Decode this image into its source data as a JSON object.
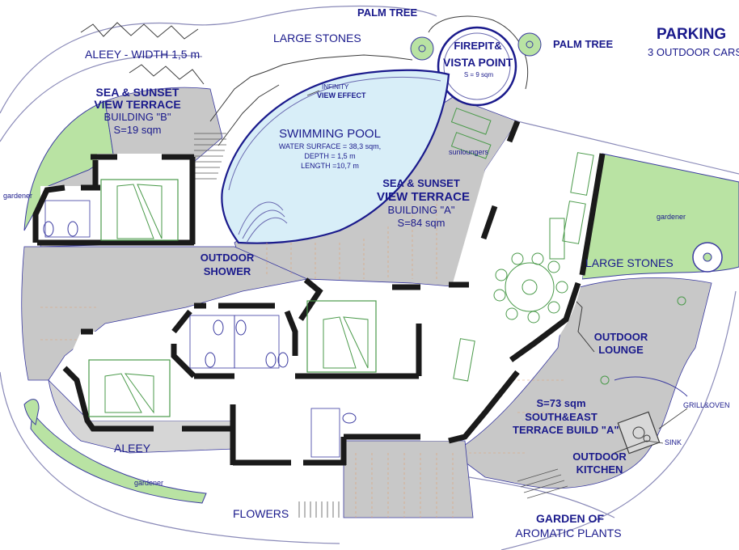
{
  "labels": {
    "palm_tree_top": "PALM TREE",
    "palm_tree_right": "PALM TREE",
    "large_stones_top": "LARGE STONES",
    "large_stones_right": "LARGE STONES",
    "parking": "PARKING",
    "parking_sub": "3 OUTDOOR CARS",
    "firepit": "FIREPIT&",
    "vista": "VISTA POINT",
    "firepit_area": "S = 9 sqm",
    "aleey_top": "ALEEY - WIDTH 1,5 m",
    "terrace_b_1": "SEA & SUNSET",
    "terrace_b_2": "VIEW TERRACE",
    "terrace_b_3": "BUILDING \"B\"",
    "terrace_b_4": "S=19 sqm",
    "infinity_1": "INFINITY",
    "infinity_2": "VIEW EFFECT",
    "pool_title": "SWIMMING POOL",
    "pool_surface": "WATER SURFACE = 38,3 sqm,",
    "pool_depth": "DEPTH = 1,5 m",
    "pool_length": "LENGTH =10,7 m",
    "sunloungers": "sunloungers",
    "terrace_a_1": "SEA & SUNSET",
    "terrace_a_2": "VIEW TERRACE",
    "terrace_a_3": "BUILDING \"A\"",
    "terrace_a_4": "S=84 sqm",
    "gardener_left": "gardener",
    "gardener_right": "gardener",
    "gardener_bottom": "gardener",
    "outdoor_shower_1": "OUTDOOR",
    "outdoor_shower_2": "SHOWER",
    "outdoor_lounge_1": "OUTDOOR",
    "outdoor_lounge_2": "LOUNGE",
    "grill": "GRILL&OVEN",
    "sink": "SINK",
    "terrace_se_1": "S=73 sqm",
    "terrace_se_2": "SOUTH&EAST",
    "terrace_se_3": "TERRACE BUILD \"A\"",
    "outdoor_kitchen_1": "OUTDOOR",
    "outdoor_kitchen_2": "KITCHEN",
    "aleey_bottom": "ALEEY",
    "flowers": "FLOWERS",
    "garden_1": "GARDEN OF",
    "garden_2": "AROMATIC PLANTS"
  },
  "colors": {
    "label": "#1a1a8c",
    "paving": "#c8c8c8",
    "lawn": "#b9e3a3",
    "wall": "#1a1a1a",
    "water": "#d8eef8",
    "line": "#3a3aa0"
  }
}
